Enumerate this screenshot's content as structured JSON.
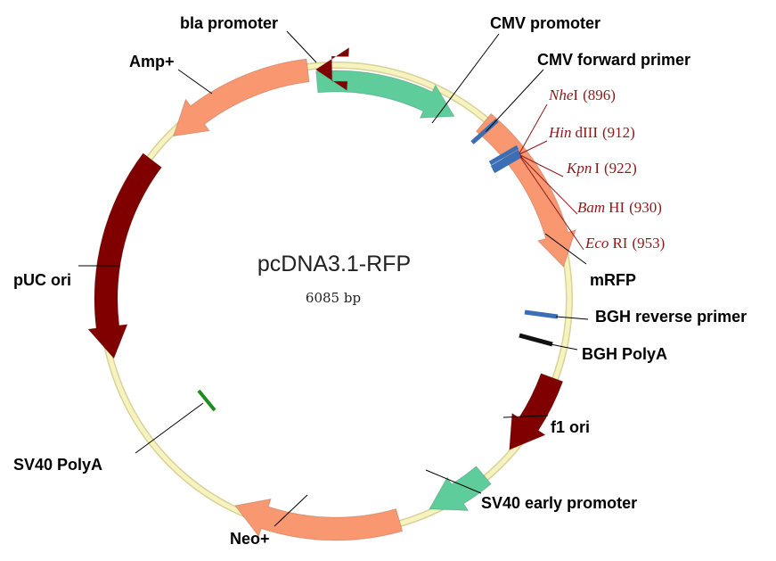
{
  "plasmid": {
    "name": "pcDNA3.1-RFP",
    "size": "6085 bp"
  },
  "colors": {
    "backbone": "#f7f3bf",
    "backbone_edge": "#d8d29a",
    "promoter": "#5fcc9c",
    "gene": "#f99770",
    "origin": "#800000",
    "primer": "#3a6fb5",
    "polya": "#111111",
    "sv40_polya": "#1e8c1e",
    "site_text": "#8b1a1a"
  },
  "features": {
    "bla_promoter": "bla promoter",
    "amp": "Amp+",
    "puc_ori": "pUC ori",
    "sv40_polya": "SV40 PolyA",
    "neo": "Neo+",
    "sv40_early_promoter": "SV40 early promoter",
    "f1_ori": "f1 ori",
    "bgh_polya": "BGH PolyA",
    "bgh_reverse_primer": "BGH reverse primer",
    "mrfp": "mRFP",
    "cmv_promoter": "CMV promoter",
    "cmv_forward_primer": "CMV forward primer"
  },
  "restriction_sites": [
    {
      "enzyme_italic": "Nhe",
      "enzyme_rest": "I",
      "position": "(896)"
    },
    {
      "enzyme_italic": "Hin",
      "enzyme_rest": "dIII",
      "position": "(912)"
    },
    {
      "enzyme_italic": "Kpn",
      "enzyme_rest": "I",
      "position": "(922)"
    },
    {
      "enzyme_italic": "Bam",
      "enzyme_rest": "HI",
      "position": "(930)"
    },
    {
      "enzyme_italic": "Eco",
      "enzyme_rest": "RI",
      "position": "(953)"
    }
  ]
}
